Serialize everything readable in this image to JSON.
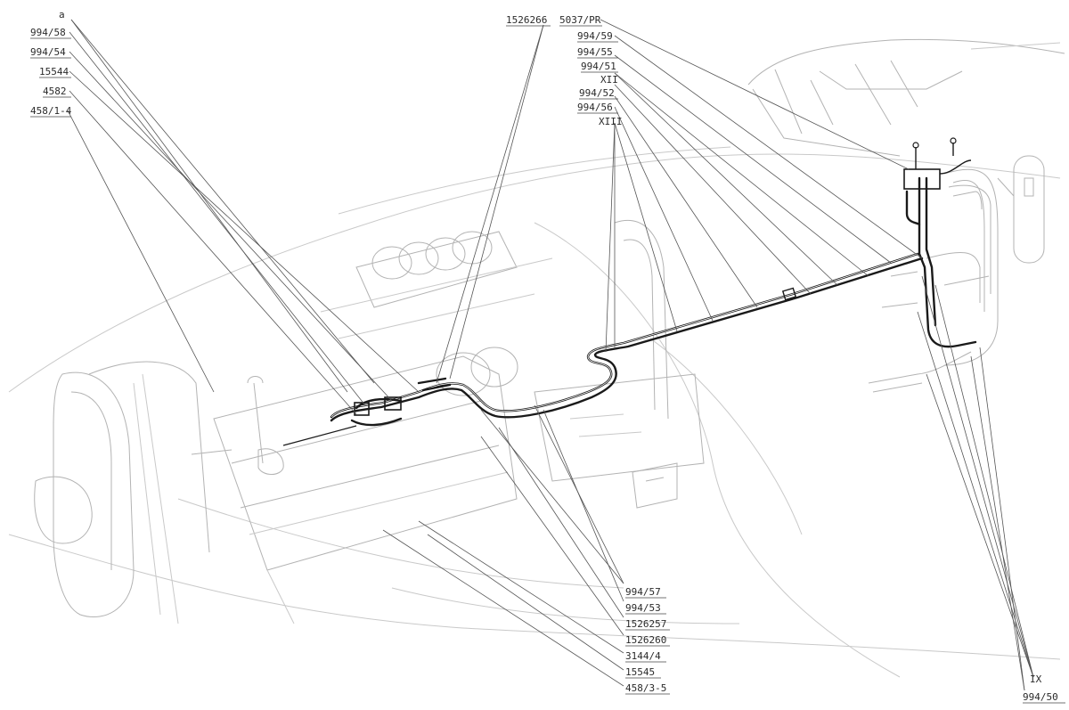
{
  "labels": {
    "a": "a",
    "l994_58": "994/58",
    "l994_54": "994/54",
    "l15544": "15544",
    "l4582": "4582",
    "l458_1_4": "458/1-4",
    "l1526266": "1526266",
    "l5037_pr": "5037/PR",
    "l994_59": "994/59",
    "l994_55": "994/55",
    "l994_51": "994/51",
    "lXII": "XII",
    "l994_52": "994/52",
    "l994_56": "994/56",
    "lXIII": "XIII",
    "l994_57": "994/57",
    "l994_53": "994/53",
    "l1526257": "1526257",
    "l1526260": "1526260",
    "l3144_4": "3144/4",
    "l15545": "15545",
    "l458_3_5": "458/3-5",
    "lIX": "IX",
    "l994_50": "994/50"
  },
  "colors": {
    "pipe": "#1a1a1a",
    "sketch": "#b3b3b3",
    "leader": "#555555",
    "text": "#2a2a2a"
  }
}
